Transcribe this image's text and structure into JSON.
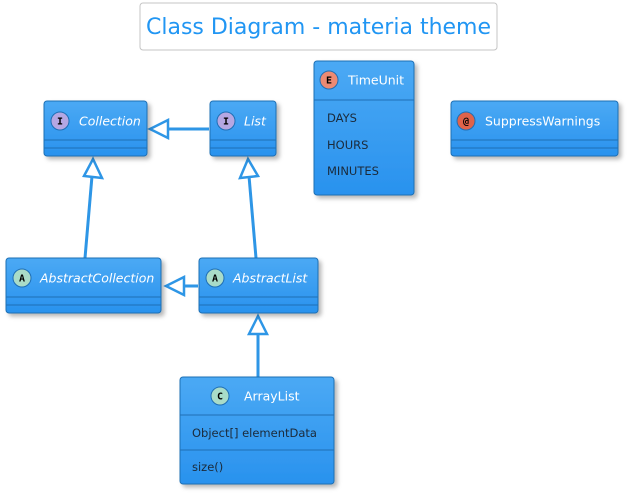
{
  "title": "Class Diagram - materia theme",
  "colors": {
    "title_text": "#2196f3",
    "box_top": "#4ba9f4",
    "box_bottom": "#2992ee",
    "edge": "#2e96e6",
    "interface_badge": "#b5a7e3",
    "abstract_badge": "#a9dcc8",
    "class_badge": "#a9dcc8",
    "enum_badge": "#ec8a73",
    "annotation_badge": "#e0634a"
  },
  "classes": {
    "collection": {
      "badge": "I",
      "name": "Collection",
      "kind": "interface"
    },
    "list": {
      "badge": "I",
      "name": "List",
      "kind": "interface"
    },
    "abstract_collection": {
      "badge": "A",
      "name": "AbstractCollection",
      "kind": "abstract"
    },
    "abstract_list": {
      "badge": "A",
      "name": "AbstractList",
      "kind": "abstract"
    },
    "array_list": {
      "badge": "C",
      "name": "ArrayList",
      "kind": "class",
      "fields": [
        "Object[] elementData"
      ],
      "methods": [
        "size()"
      ]
    },
    "time_unit": {
      "badge": "E",
      "name": "TimeUnit",
      "kind": "enum",
      "values": [
        "DAYS",
        "HOURS",
        "MINUTES"
      ]
    },
    "suppress_warnings": {
      "badge": "@",
      "name": "SuppressWarnings",
      "kind": "annotation"
    }
  },
  "relations": [
    {
      "from": "List",
      "to": "Collection",
      "type": "extends"
    },
    {
      "from": "AbstractCollection",
      "to": "Collection",
      "type": "implements"
    },
    {
      "from": "AbstractList",
      "to": "List",
      "type": "implements"
    },
    {
      "from": "AbstractList",
      "to": "AbstractCollection",
      "type": "extends"
    },
    {
      "from": "ArrayList",
      "to": "AbstractList",
      "type": "extends"
    }
  ]
}
